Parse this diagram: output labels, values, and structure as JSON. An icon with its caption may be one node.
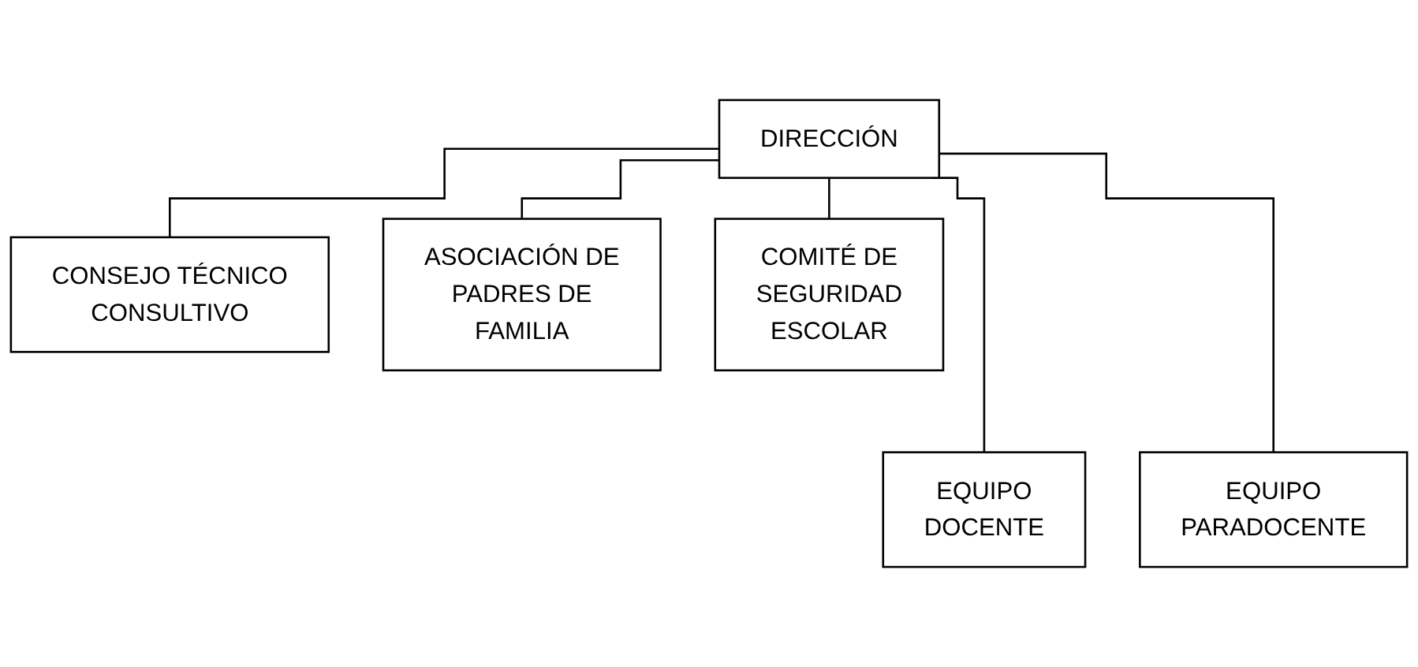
{
  "diagram": {
    "nodes": [
      {
        "text": [
          "DIRECCIÓN"
        ]
      },
      {
        "text": [
          "CONSEJO TÉCNICO CONSULTIVO"
        ]
      },
      {
        "text": [
          "ASOCIACIÓN DE PADRES DE FAMILIA"
        ]
      },
      {
        "text": [
          "COMITÉ DE SEGURIDAD ESCOLAR"
        ]
      },
      {
        "text": [
          "EQUIPO DOCENTE"
        ]
      },
      {
        "text": [
          "EQUIPO PARADOCENTE"
        ]
      }
    ],
    "edges": [
      {
        "from": 0,
        "to": 1,
        "arrow": "none"
      },
      {
        "from": 0,
        "to": 2,
        "arrow": "none"
      },
      {
        "from": 0,
        "to": 3,
        "arrow": "none"
      },
      {
        "from": 0,
        "to": 4,
        "arrow": "none"
      },
      {
        "from": 0,
        "to": 5,
        "arrow": "none"
      }
    ]
  }
}
